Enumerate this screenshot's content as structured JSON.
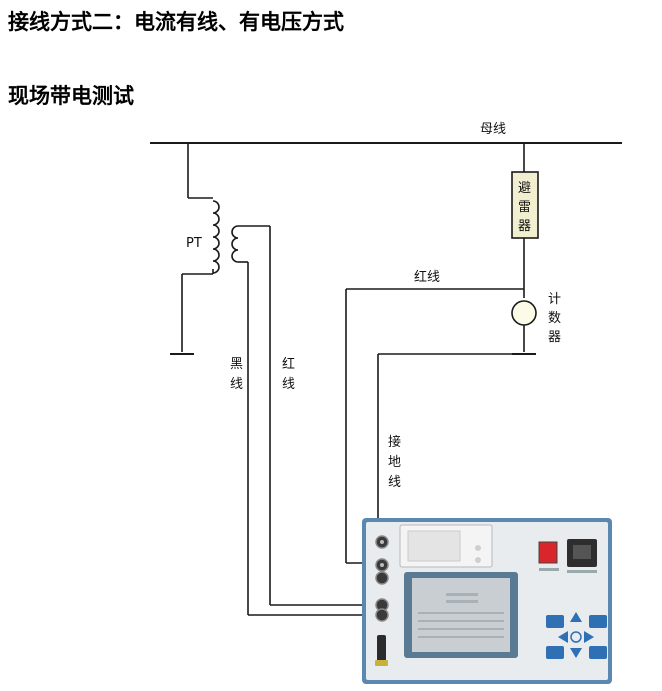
{
  "heading_1": "接线方式二：电流有线、有电压方式",
  "heading_2": "现场带电测试",
  "diagram": {
    "bus_label": "母线",
    "pt_label": "PT",
    "arrester_label": [
      "避",
      "雷",
      "器"
    ],
    "red_wire_top_label": "红线",
    "counter_label": [
      "计",
      "数",
      "器"
    ],
    "black_wire_label": [
      "黑",
      "线"
    ],
    "red_wire_label": [
      "红",
      "线"
    ],
    "ground_wire_label": [
      "接",
      "地",
      "线"
    ]
  },
  "colors": {
    "device_frame": "#5b88b0",
    "device_panel": "#e8ecef",
    "arrester_fill": "#f1efcf",
    "counter_fill": "#fbfbe8",
    "power_switch": "#d9262b",
    "keypad_key": "#2f6fb3"
  }
}
